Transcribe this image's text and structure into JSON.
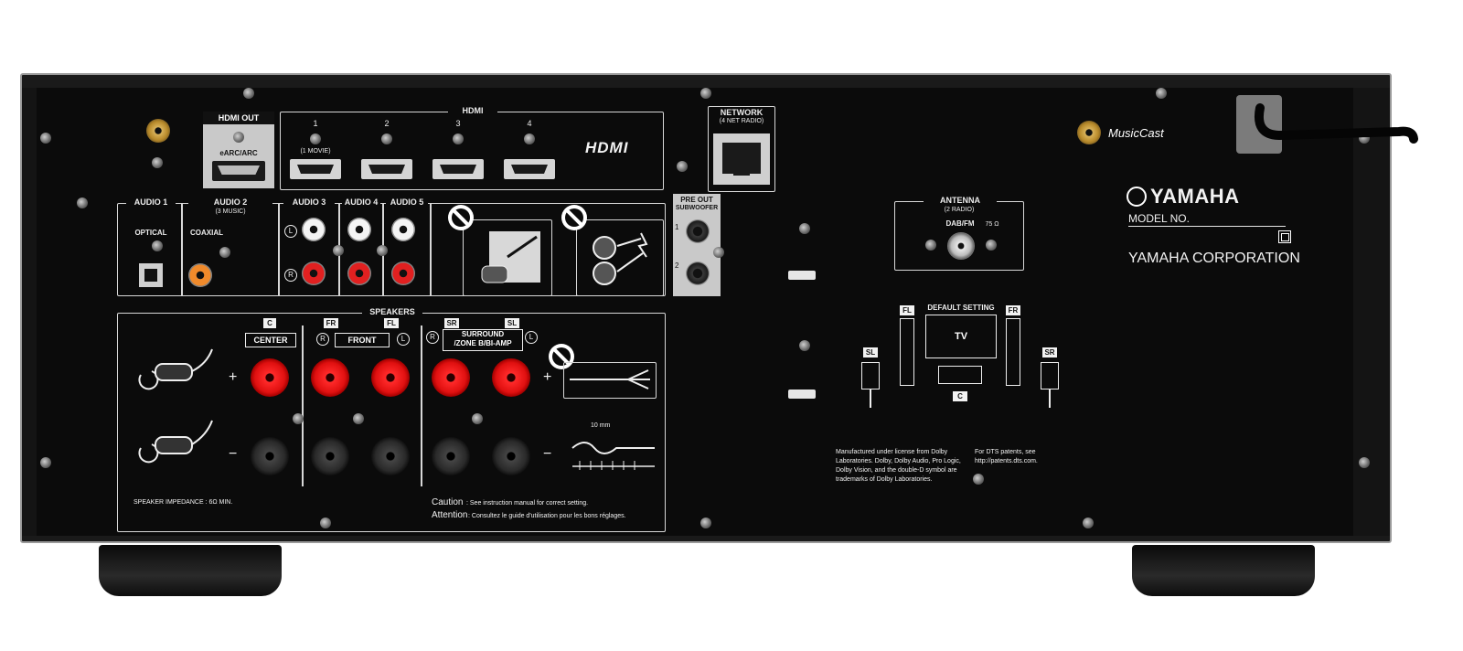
{
  "hdmi_out": {
    "title": "HDMI OUT",
    "sub": "eARC/ARC"
  },
  "hdmi": {
    "title": "HDMI",
    "logo": "HDMI",
    "ports": [
      {
        "num": "1",
        "note": "(1 MOVIE)"
      },
      {
        "num": "2",
        "note": ""
      },
      {
        "num": "3",
        "note": ""
      },
      {
        "num": "4",
        "note": ""
      }
    ]
  },
  "network": {
    "title": "NETWORK",
    "sub": "(4 NET RADIO)"
  },
  "musiccast": "MusicCast",
  "audio": {
    "a1": "AUDIO 1",
    "optical": "OPTICAL",
    "a2": "AUDIO 2",
    "a2sub": "(3 MUSIC)",
    "coaxial": "COAXIAL",
    "a3": "AUDIO 3",
    "a4": "AUDIO 4",
    "a5": "AUDIO 5",
    "L": "L",
    "R": "R"
  },
  "preout": {
    "title": "PRE OUT",
    "sub": "SUBWOOFER",
    "n1": "1",
    "n2": "2"
  },
  "antenna": {
    "title": "ANTENNA",
    "sub": "(2 RADIO)",
    "dabfm": "DAB/FM",
    "ohm": "75 Ω"
  },
  "brand": {
    "name": "YAMAHA",
    "model": "MODEL NO.",
    "corp": "YAMAHA CORPORATION"
  },
  "speakers": {
    "title": "SPEAKERS",
    "c": "C",
    "fr": "FR",
    "fl": "FL",
    "sr": "SR",
    "sl": "SL",
    "center": "CENTER",
    "front": "FRONT",
    "surround": "SURROUND",
    "zone": "/ZONE B/BI-AMP",
    "plus": "+",
    "minus": "−",
    "impedance": "SPEAKER IMPEDANCE : 6Ω MIN.",
    "mm": "10 mm",
    "caution_h": "Caution",
    "caution": ": See instruction manual for correct setting.",
    "attention_h": "Attention",
    "attention": ": Consultez le guide d'utilisation pour les bons réglages."
  },
  "layout_diag": {
    "title": "DEFAULT SETTING",
    "tv": "TV",
    "fl": "FL",
    "fr": "FR",
    "sl": "SL",
    "sr": "SR",
    "c": "C"
  },
  "license": {
    "dolby": "Manufactured under license from Dolby Laboratories. Dolby, Dolby Audio, Pro Logic, Dolby Vision, and the double-D symbol are trademarks of Dolby Laboratories.",
    "dts": "For DTS patents, see http://patents.dts.com."
  },
  "colors": {
    "panel": "#0b0b0b",
    "red_post": "#e01010",
    "label": "#ededed"
  }
}
